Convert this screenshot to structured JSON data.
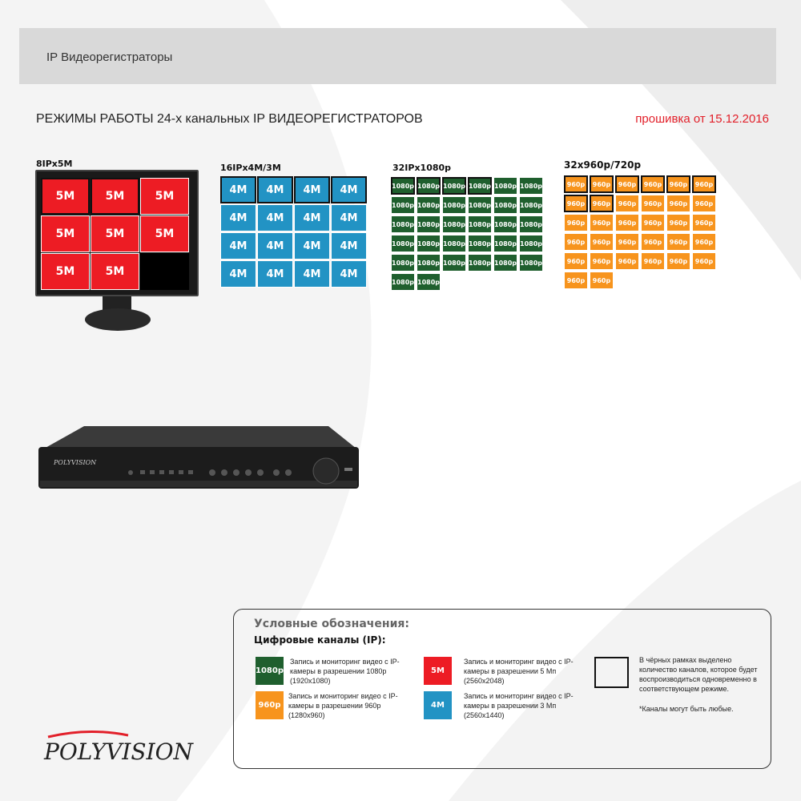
{
  "header": {
    "title": "IP Видеорегистраторы"
  },
  "section": {
    "title": "РЕЖИМЫ РАБОТЫ 24-х канальных IP ВИДЕОРЕГИСТРАТОРОВ",
    "firmware": "прошивка от 15.12.2016"
  },
  "colors": {
    "red": "#ed1c24",
    "blue": "#2293c4",
    "green": "#1f5f2e",
    "orange": "#f7941d"
  },
  "modes": [
    {
      "label": "8IPx5M",
      "cell_label": "5M",
      "count": 8,
      "framed": 2,
      "cols": 3,
      "color": "#ed1c24"
    },
    {
      "label": "16IPx4M/3M",
      "cell_label": "4M",
      "count": 16,
      "framed": 4,
      "cols": 4,
      "color": "#2293c4"
    },
    {
      "label": "32IPx1080p",
      "cell_label": "1080p",
      "count": 32,
      "framed": 4,
      "cols": 6,
      "color": "#1f5f2e"
    },
    {
      "label": "32x960p/720p",
      "cell_label": "960p",
      "count": 32,
      "framed": 8,
      "cols": 6,
      "color": "#f7941d"
    }
  ],
  "legend": {
    "title": "Условные обозначения:",
    "subtitle": "Цифровые каналы (IP):",
    "items": [
      {
        "swatch": "1080p",
        "color": "#1f5f2e",
        "text": "Запись и мониторинг видео с IP-камеры в разрешении 1080p (1920x1080)"
      },
      {
        "swatch": "960p",
        "color": "#f7941d",
        "text": "Запись и мониторинг видео с IP-камеры в разрешении 960p (1280x960)"
      },
      {
        "swatch": "5M",
        "color": "#ed1c24",
        "text": "Запись и мониторинг видео с IP-камеры в разрешении 5 Мп (2560x2048)"
      },
      {
        "swatch": "4M",
        "color": "#2293c4",
        "text": "Запись и мониторинг видео с IP-камеры в разрешении 3 Мп (2560x1440)"
      }
    ],
    "frame_note": "В чёрных рамках выделено количество каналов, которое будет воспроизводиться одновременно в соответствующем режиме.",
    "any_channels": "*Каналы могут быть любые."
  },
  "brand": {
    "logo": "POLYVISION",
    "dvr_logo": "POLYVISION"
  }
}
